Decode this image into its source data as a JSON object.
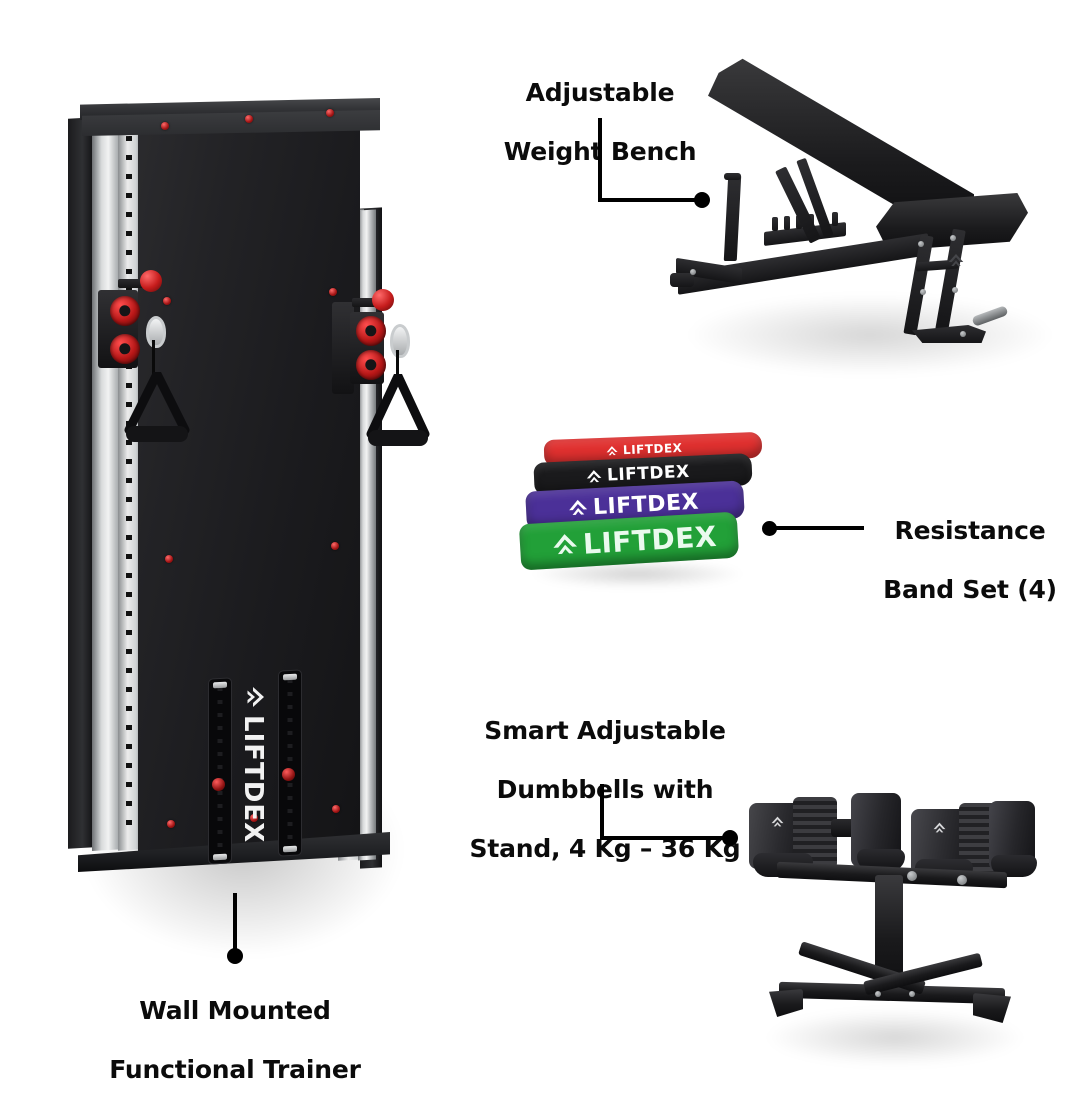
{
  "page": {
    "background_color": "#ffffff",
    "text_color": "#0b0b0b",
    "brand": "LIFTDEX"
  },
  "products": [
    {
      "id": "wall-mounted-functional-trainer",
      "label": "Wall Mounted\nFunctional Trainer",
      "label_line1": "Wall Mounted",
      "label_line2": "Functional Trainer",
      "brand_text": "LIFTDEX",
      "connector": "vertical-line-with-dot-below",
      "colors": {
        "panel": "#1b1b1e",
        "frame": "#343538",
        "accent": "#a31414",
        "rail": "#d8dadb"
      }
    },
    {
      "id": "adjustable-weight-bench",
      "label": "Adjustable\nWeight Bench",
      "label_line1": "Adjustable",
      "label_line2": "Weight Bench",
      "connector": "elbow-line-with-dot-right",
      "colors": {
        "pad": "#1b1b1d",
        "frame": "#151517"
      }
    },
    {
      "id": "resistance-band-set",
      "label": "Resistance\nBand Set (4)",
      "label_line1": "Resistance",
      "label_line2": "Band Set (4)",
      "count": 4,
      "connector": "horizontal-line-with-dot-left",
      "bands": [
        {
          "color_name": "red",
          "hex": "#e0302f",
          "text": "LIFTDEX",
          "text_color": "#ffffff",
          "font_size": 12
        },
        {
          "color_name": "black",
          "hex": "#1a1a1c",
          "text": "LIFTDEX",
          "text_color": "#ffffff",
          "font_size": 17
        },
        {
          "color_name": "purple",
          "hex": "#4b3098",
          "text": "LIFTDEX",
          "text_color": "#ffffff",
          "font_size": 22
        },
        {
          "color_name": "green",
          "hex": "#22a038",
          "text": "LIFTDEX",
          "text_color": "#eafaee",
          "font_size": 28
        }
      ]
    },
    {
      "id": "smart-adjustable-dumbbells",
      "label": "Smart Adjustable\nDumbbells with\nStand, 4 Kg – 36 Kg",
      "label_line1": "Smart Adjustable",
      "label_line2": "Dumbbells with",
      "label_line3": "Stand, 4 Kg – 36 Kg",
      "weight_min": "4 Kg",
      "weight_max": "36 Kg",
      "connector": "elbow-line-with-dot-right",
      "colors": {
        "body": "#2a2a2d",
        "stand": "#1a1a1c"
      }
    }
  ]
}
